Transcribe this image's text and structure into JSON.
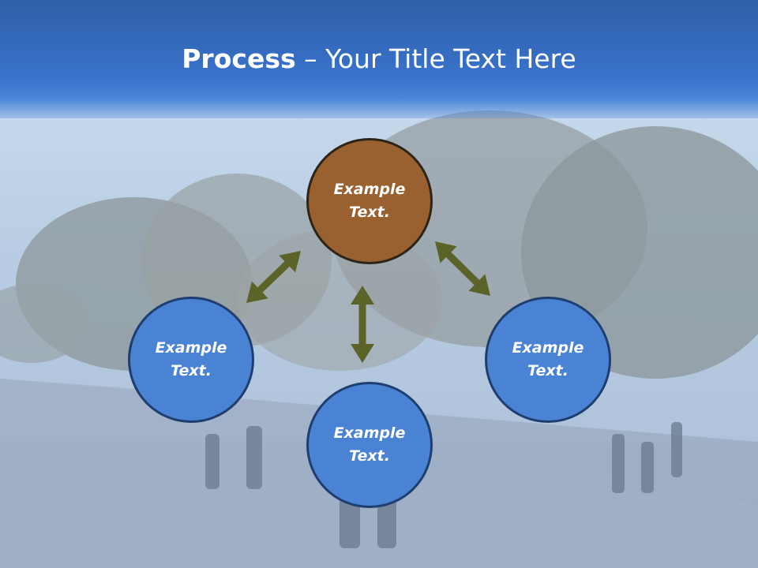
{
  "slide": {
    "title_bold": "Process",
    "title_rest": " – Your Title Text Here"
  },
  "diagram": {
    "nodes": [
      {
        "id": "top",
        "label": "Example\nText.",
        "color": "#9a6130"
      },
      {
        "id": "left",
        "label": "Example\nText.",
        "color": "#4a82d4"
      },
      {
        "id": "right",
        "label": "Example\nText.",
        "color": "#4a82d4"
      },
      {
        "id": "bottom",
        "label": "Example\nText.",
        "color": "#4a82d4"
      }
    ],
    "arrow_color": "#5b6329",
    "connections": [
      {
        "from": "top",
        "to": "left",
        "direction": "both"
      },
      {
        "from": "top",
        "to": "right",
        "direction": "both"
      },
      {
        "from": "top",
        "to": "bottom",
        "direction": "both"
      }
    ]
  }
}
